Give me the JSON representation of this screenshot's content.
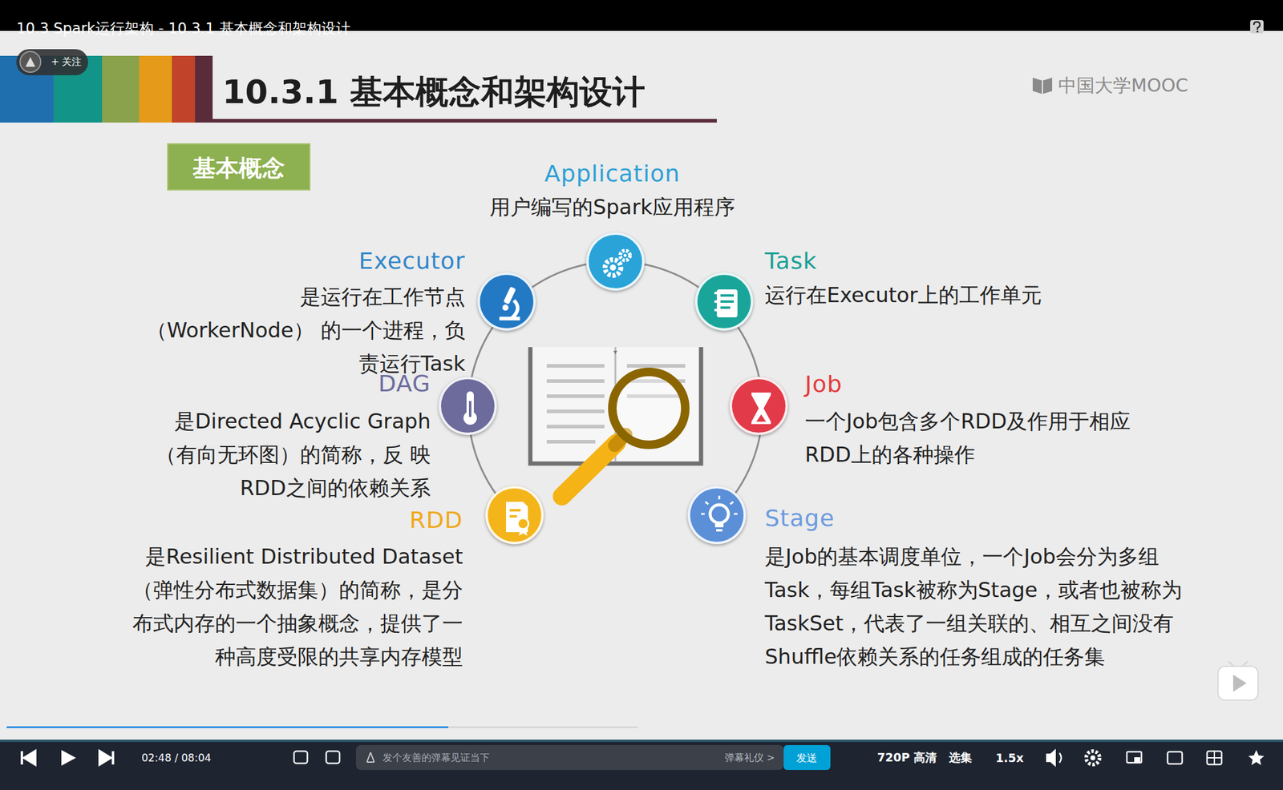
{
  "diagram": {
    "title": "10.3.1 基本概念和架构设计",
    "nodes": [
      {
        "text": [
          "基本概念"
        ]
      },
      {
        "text": [
          "Application",
          "用户编写的Spark应用程序"
        ]
      },
      {
        "text": [
          "Executor",
          "是运行在工作节点（WorkerNode） 的一个进程，负责运行Task"
        ]
      },
      {
        "text": [
          "Task",
          "运行在Executor上的工作单元"
        ]
      },
      {
        "text": [
          "DAG",
          "是Directed Acyclic Graph （有向无环图）的简称，反 映RDD之间的依赖关系"
        ]
      },
      {
        "text": [
          "Job",
          "一个Job包含多个RDD及作用于相应 RDD上的各种操作"
        ]
      },
      {
        "text": [
          "RDD",
          "是Resilient Distributed Dataset （弹性分布式数据集）的简称，是分 布式内存的一个抽象概念，提供了一 种高度受限的共享内存模型"
        ]
      },
      {
        "text": [
          "Stage",
          "是Job的基本调度单位，一个Job会分为多组 Task，每组Task被称为Stage，或者也被称为 TaskSet，代表了一组关联的、相互之间没有 Shuffle依赖关系的任务组成的任务集"
        ]
      }
    ],
    "labels": [
      "10.3 Spark运行架构 - 10.3.1 基本概念和架构设计",
      "+ 关注",
      "中国大学MOOC",
      "02:48 / 08:04",
      "发个友善的弹幕见证当下",
      "弹幕礼仪 >",
      "发送",
      "720P 高清",
      "选集",
      "1.5x"
    ]
  }
}
